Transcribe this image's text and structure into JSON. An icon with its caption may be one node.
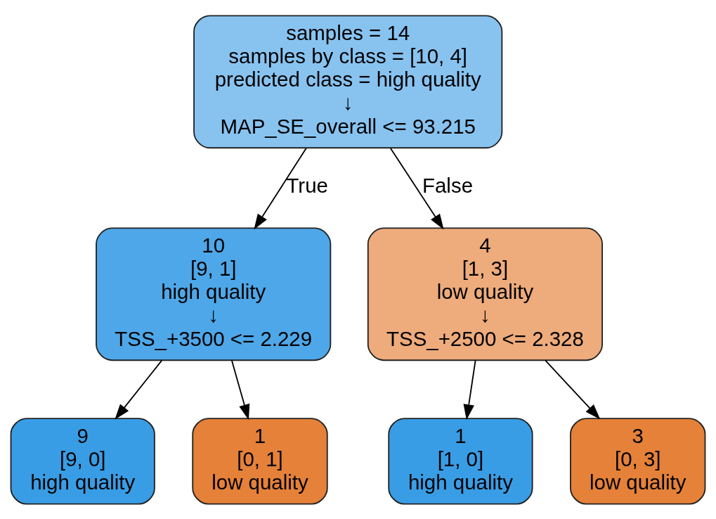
{
  "diagram": {
    "nodes": [
      {
        "text": [
          "samples = 14",
          "samples by class = [10, 4]",
          "predicted class = high quality",
          "↓",
          "MAP_SE_overall <= 93.215"
        ]
      },
      {
        "text": [
          "10",
          "[9, 1]",
          "high quality",
          "↓",
          "TSS_+3500 <= 2.229"
        ]
      },
      {
        "text": [
          "4",
          "[1, 3]",
          "low quality",
          "↓",
          "TSS_+2500 <= 2.328"
        ]
      },
      {
        "text": [
          "9",
          "[9, 0]",
          "high quality"
        ]
      },
      {
        "text": [
          "1",
          "[0, 1]",
          "low quality"
        ]
      },
      {
        "text": [
          "1",
          "[1, 0]",
          "high quality"
        ]
      },
      {
        "text": [
          "3",
          "[0, 3]",
          "low quality"
        ]
      }
    ],
    "edges": [
      {
        "from": 0,
        "to": 1,
        "arrow": "to",
        "label": "True"
      },
      {
        "from": 0,
        "to": 2,
        "arrow": "to",
        "label": "False"
      },
      {
        "from": 1,
        "to": 3,
        "arrow": "to"
      },
      {
        "from": 1,
        "to": 4,
        "arrow": "to"
      },
      {
        "from": 2,
        "to": 5,
        "arrow": "to"
      },
      {
        "from": 2,
        "to": 6,
        "arrow": "to"
      }
    ]
  }
}
